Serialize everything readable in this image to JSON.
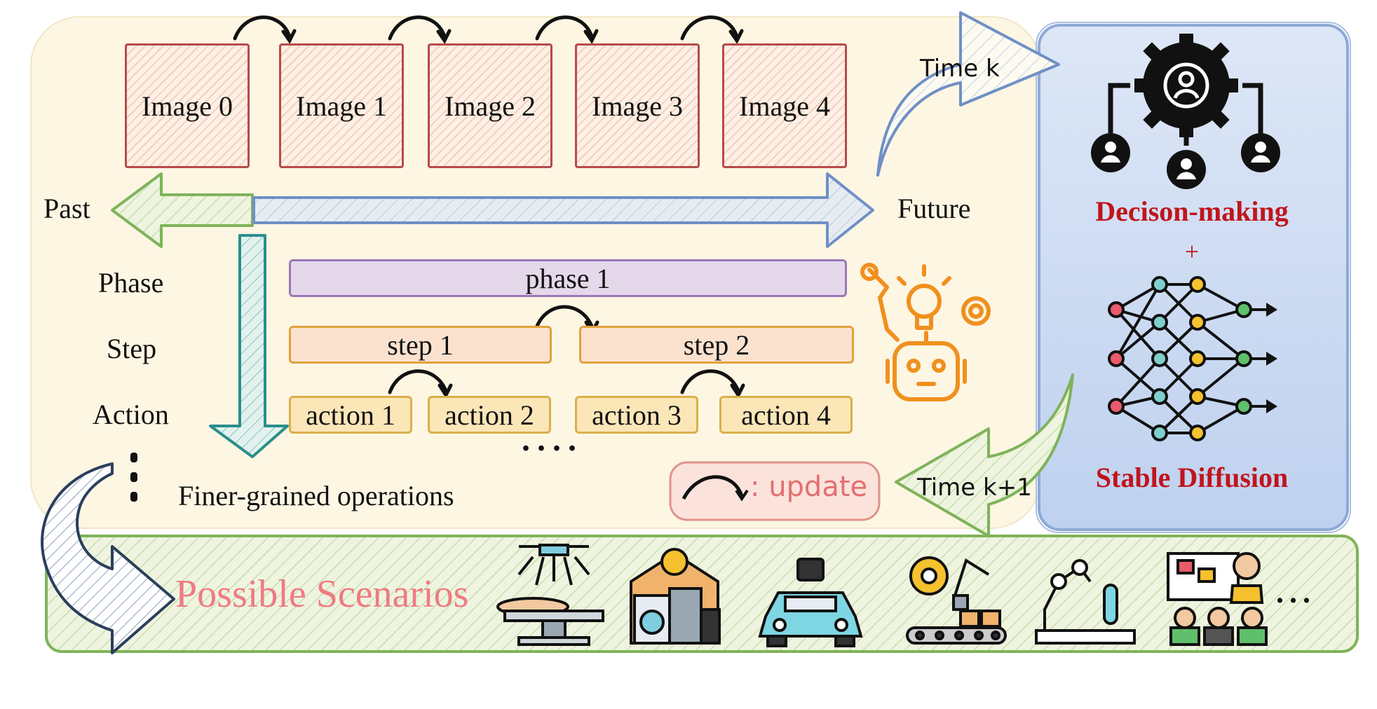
{
  "images": [
    "Image 0",
    "Image 1",
    "Image 2",
    "Image 3",
    "Image 4"
  ],
  "timeline": {
    "past": "Past",
    "future": "Future"
  },
  "levels": {
    "phase": "Phase",
    "step": "Step",
    "action": "Action"
  },
  "bars": {
    "phase": "phase 1",
    "steps": [
      "step 1",
      "step 2"
    ],
    "actions": [
      "action 1",
      "action 2",
      "action 3",
      "action 4"
    ]
  },
  "ellipsis_horizontal": "....",
  "finer": "Finer-grained operations",
  "legend": {
    "update": ": update"
  },
  "time": {
    "k": "Time k",
    "k1": "Time k+1"
  },
  "right_panel": {
    "top": "Decison-making",
    "plus": "+",
    "bottom": "Stable Diffusion"
  },
  "scenarios": {
    "label": "Possible Scenarios",
    "more": "..."
  },
  "colors": {
    "accent_red": "#c0151c",
    "scenario_pink": "#f07a82",
    "panel_blue": "#c9d8f2"
  }
}
